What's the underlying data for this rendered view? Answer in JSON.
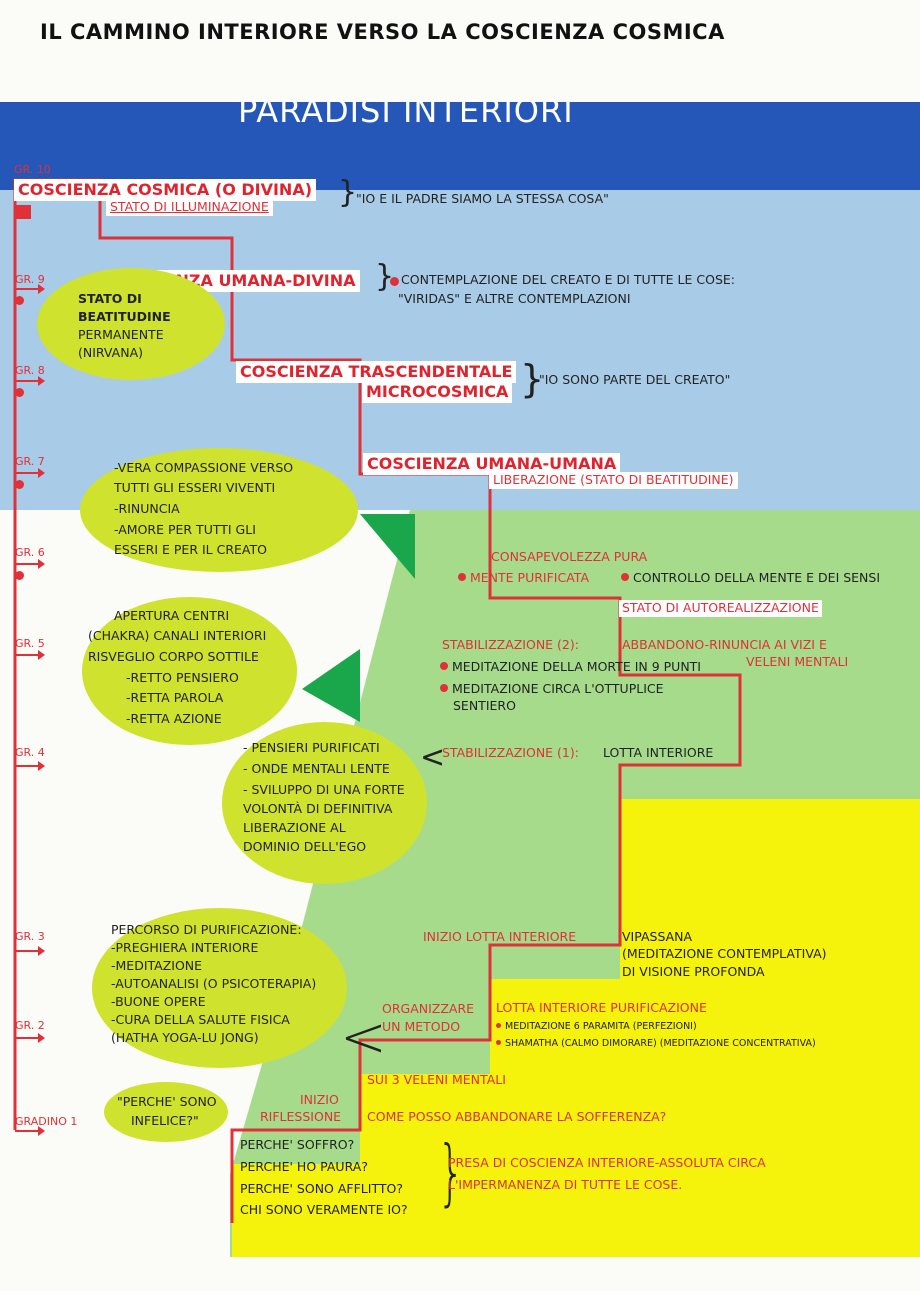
{
  "header": {
    "title": "IL CAMMINO INTERIORE VERSO LA COSCIENZA COSMICA",
    "banner": "PARADISI INTERIORI"
  },
  "grades": {
    "g10": "GR. 10",
    "g9": "GR. 9",
    "g8": "GR. 8",
    "g7": "GR. 7",
    "g6": "GR. 6",
    "g5": "GR. 5",
    "g4": "GR. 4",
    "g3": "GR. 3",
    "g2": "GR. 2",
    "g1": "GRADINO 1"
  },
  "levels": {
    "cosmica": "COSCIENZA COSMICA (O DIVINA)",
    "illuminazione": "STATO DI ILLUMINAZIONE",
    "quote_padre": "\"IO E IL PADRE SIAMO LA STESSA COSA\"",
    "umana_divina": "COSCIENZA UMANA-DIVINA",
    "contemplazione_1": "CONTEMPLAZIONE DEL CREATO E DI TUTTE LE COSE:",
    "contemplazione_2": "\"VIRIDAS\" E ALTRE CONTEMPLAZIONI",
    "trascendentale_1": "COSCIENZA TRASCENDENTALE",
    "trascendentale_2": "MICROCOSMICA",
    "quote_creato": "\"IO SONO PARTE DEL CREATO\"",
    "umana_umana": "COSCIENZA UMANA-UMANA",
    "liberazione": "LIBERAZIONE (STATO DI BEATITUDINE)",
    "consapevolezza": "CONSAPEVOLEZZA PURA",
    "mente_purificata": "MENTE PURIFICATA",
    "controllo": "CONTROLLO DELLA MENTE E DEI SENSI",
    "autorealizzazione": "STATO DI AUTOREALIZZAZIONE",
    "stab2": "STABILIZZAZIONE (2):",
    "abbandono_1": "ABBANDONO-RINUNCIA AI VIZI E",
    "abbandono_2": "VELENI MENTALI",
    "med_morte": "MEDITAZIONE DELLA MORTE IN 9 PUNTI",
    "med_ottuplice_1": "MEDITAZIONE CIRCA L'OTTUPLICE",
    "med_ottuplice_2": "SENTIERO",
    "stab1": "STABILIZZAZIONE (1):",
    "lotta": "LOTTA INTERIORE",
    "inizio_lotta": "INIZIO LOTTA INTERIORE",
    "vipassana_1": "VIPASSANA",
    "vipassana_2": "(MEDITAZIONE CONTEMPLATIVA)",
    "vipassana_3": "DI VISIONE PROFONDA",
    "organizzare_1": "ORGANIZZARE",
    "organizzare_2": "UN METODO",
    "lotta_purif": "LOTTA INTERIORE PURIFICAZIONE",
    "paramita": "MEDITAZIONE 6 PARAMITA (PERFEZIONI)",
    "shamatha": "SHAMATHA (CALMO DIMORARE) (MEDITAZIONE CONCENTRATIVA)",
    "veleni": "SUI 3 VELENI MENTALI",
    "inizio": "INIZIO",
    "riflessione": "RIFLESSIONE",
    "abbandonare": "COME POSSO ABBANDONARE LA SOFFERENZA?",
    "q1": "PERCHE' SOFFRO?",
    "q2": "PERCHE' HO PAURA?",
    "q3": "PERCHE' SONO AFFLITTO?",
    "q4": "CHI SONO VERAMENTE IO?",
    "presa_1": "PRESA DI COSCIENZA INTERIORE-ASSOLUTA CIRCA",
    "presa_2": "L'IMPERMANENZA DI TUTTE LE COSE."
  },
  "ellipses": {
    "e1": [
      "STATO DI",
      "BEATITUDINE",
      "PERMANENTE",
      "(NIRVANA)"
    ],
    "e2": [
      "-VERA COMPASSIONE VERSO",
      "TUTTI GLI ESSERI VIVENTI",
      "-RINUNCIA",
      "-AMORE PER TUTTI GLI",
      "ESSERI E PER IL CREATO"
    ],
    "e3": [
      "APERTURA CENTRI",
      "(CHAKRA) CANALI INTERIORI",
      "RISVEGLIO CORPO SOTTILE",
      "-RETTO PENSIERO",
      "-RETTA PAROLA",
      "-RETTA AZIONE"
    ],
    "e4": [
      "- PENSIERI PURIFICATI",
      "- ONDE MENTALI LENTE",
      "- SVILUPPO DI UNA FORTE",
      "VOLONTÀ DI DEFINITIVA",
      "LIBERAZIONE AL",
      "DOMINIO DELL'EGO"
    ],
    "e5": [
      "PERCORSO DI PURIFICAZIONE:",
      "-PREGHIERA INTERIORE",
      "-MEDITAZIONE",
      "-AUTOANALISI (O PSICOTERAPIA)",
      "-BUONE OPERE",
      "-CURA DELLA SALUTE FISICA",
      "(HATHA YOGA-LU JONG)"
    ],
    "e6": [
      "\"PERCHE' SONO",
      "INFELICE?\""
    ]
  },
  "colors": {
    "banner": "#2457b8",
    "sky": "#a8cbe8",
    "green": "#a6db8c",
    "yellow": "#f5f20c",
    "ellipse": "#cfe22e",
    "line": "#e03038"
  }
}
